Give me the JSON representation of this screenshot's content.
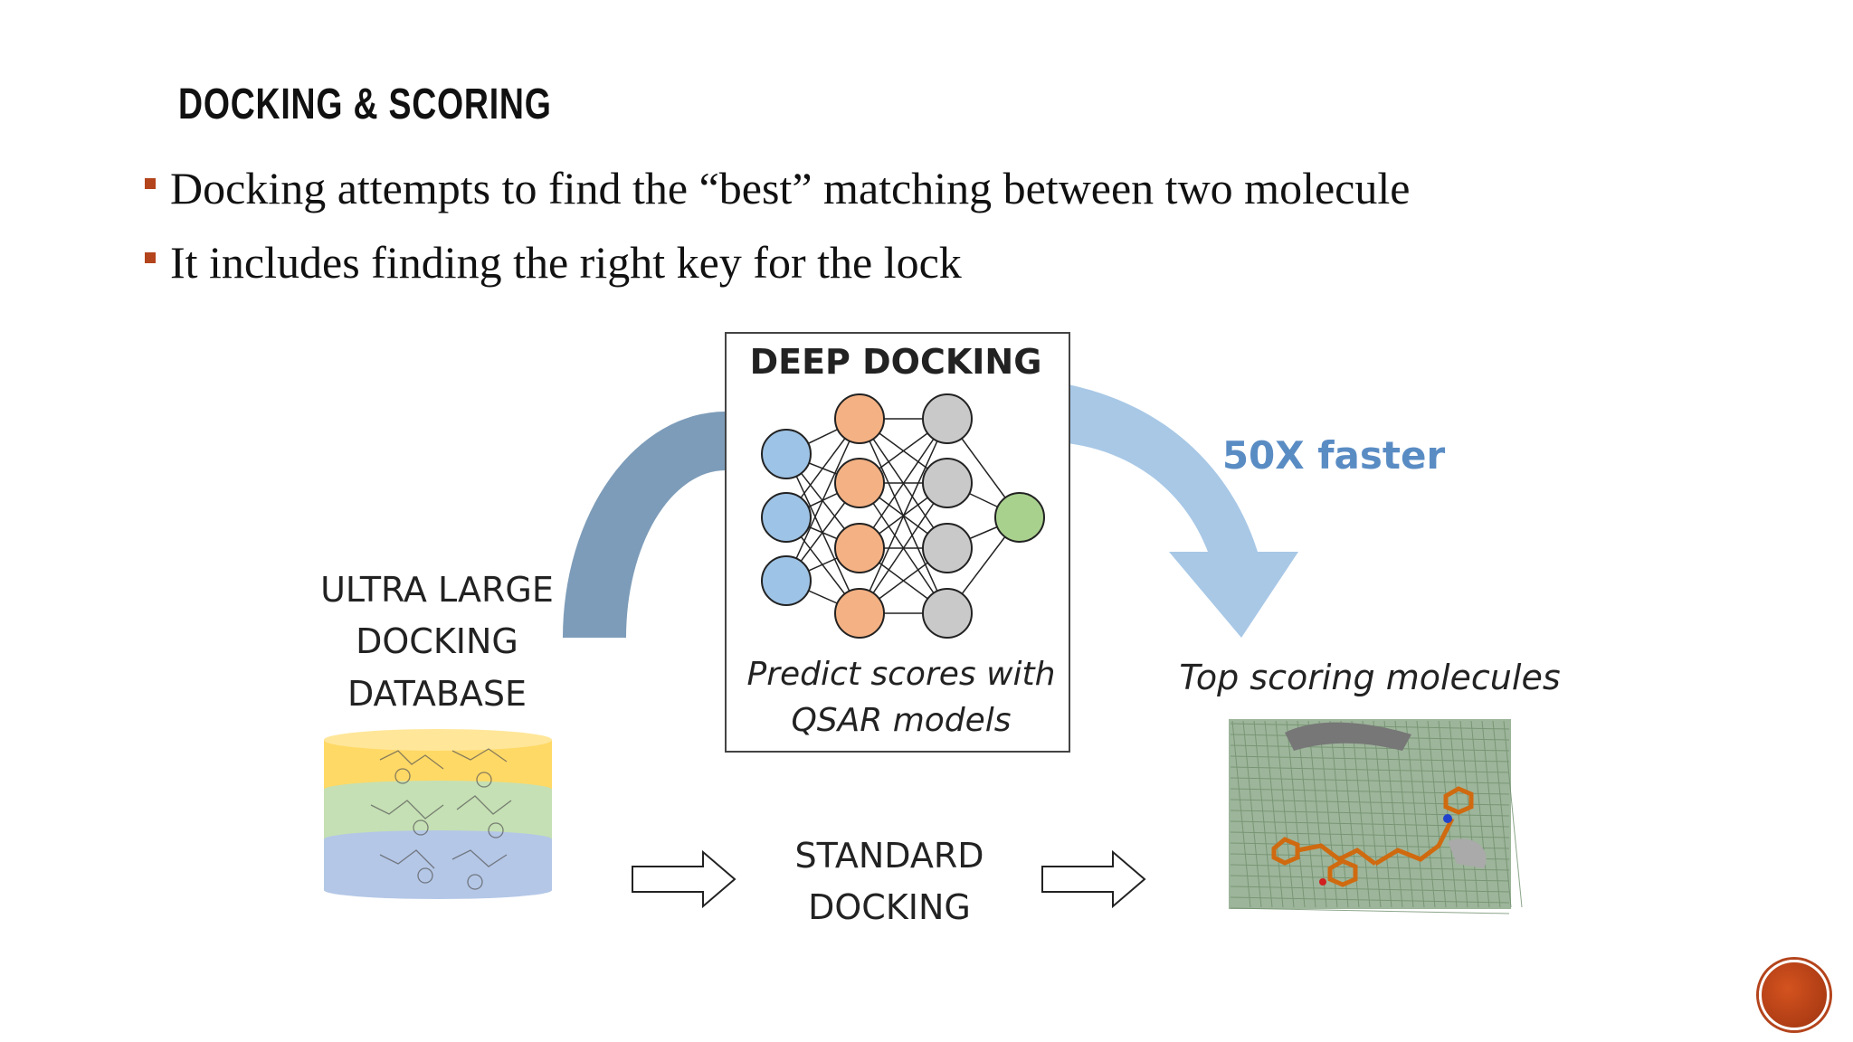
{
  "slide": {
    "title": "DOCKING & SCORING",
    "bullets": [
      "Docking attempts to find the “best” matching between two molecule",
      "It includes finding the right key for the lock"
    ]
  },
  "diagram": {
    "deep_docking_title": "DEEP DOCKING",
    "predict_line1": "Predict scores with",
    "predict_line2": "QSAR models",
    "speed_label": "50X faster",
    "database_line1": "ULTRA LARGE",
    "database_line2": "DOCKING",
    "database_line3": "DATABASE",
    "standard_line1": "STANDARD",
    "standard_line2": "DOCKING",
    "top_label": "Top scoring molecules"
  },
  "colors": {
    "accent": "#b4441c",
    "arc_left": "#7d9cb9",
    "arc_right": "#a8c8e6",
    "speed_text": "#5a8cc4",
    "node_input": "#9dc3e6",
    "node_hidden1": "#f4b183",
    "node_hidden2": "#c9c9c9",
    "node_output": "#a9d18e",
    "db_top": "#ffd966",
    "db_mid": "#c5e0b4",
    "db_bottom": "#b4c7e7"
  }
}
